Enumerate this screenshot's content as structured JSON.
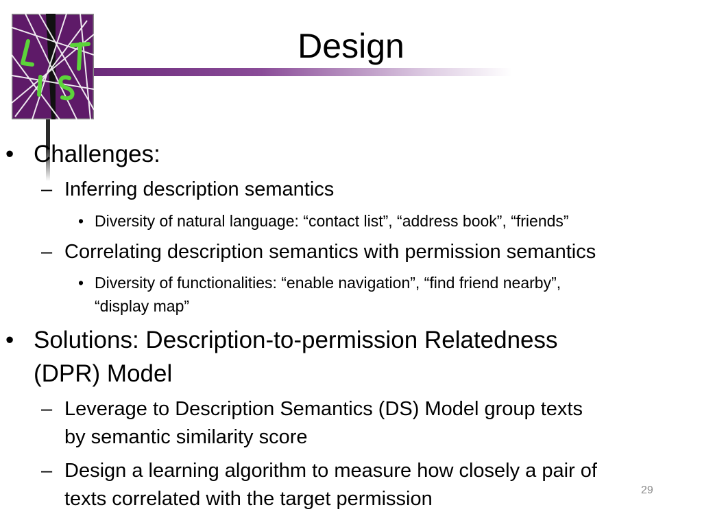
{
  "slide": {
    "title": "Design",
    "page_number": "29",
    "bullets": {
      "challenges": "Challenges:",
      "inferring": "Inferring description semantics",
      "diversity_language": "Diversity of natural language: “contact list”, “address book”, “friends”",
      "correlating": "Correlating description semantics with permission semantics",
      "diversity_func_1": "Diversity of functionalities: “enable navigation”, “find friend nearby”,",
      "diversity_func_2": "“display map”",
      "solutions_1": "Solutions: Description-to-permission Relatedness",
      "solutions_2": "(DPR) Model",
      "leverage_1": "Leverage to Description Semantics (DS) Model group texts",
      "leverage_2": "by semantic similarity score",
      "design_1": "Design a learning algorithm to measure how closely a pair of",
      "design_2": "texts correlated with the target permission"
    },
    "markers": {
      "bullet": "•",
      "dash": "–"
    },
    "logo": {
      "icon": "lis-logo-icon",
      "letters": [
        "L",
        "I",
        "S",
        "T"
      ]
    }
  },
  "colors": {
    "logo_bg": "#5e1a68",
    "logo_letters": "#5cd43a",
    "bar": "#7a3a8a"
  }
}
